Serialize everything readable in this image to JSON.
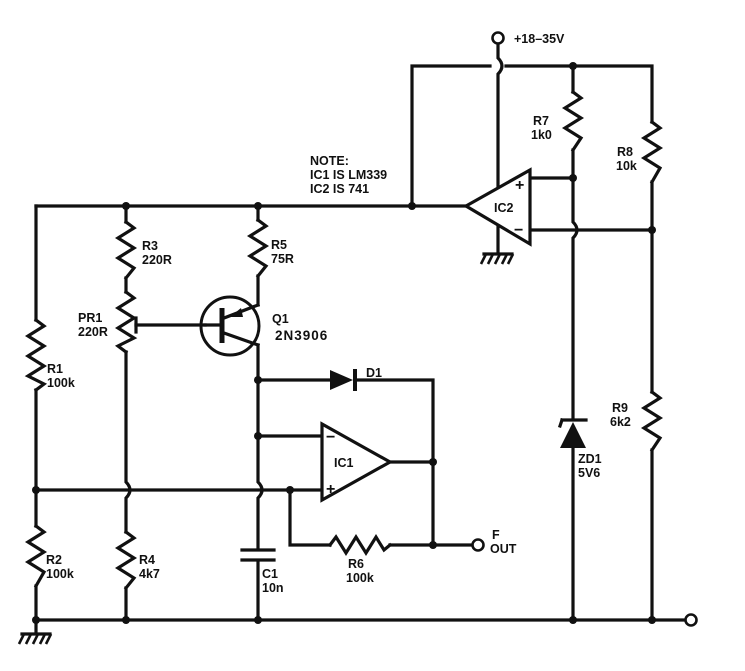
{
  "note": {
    "title": "NOTE:",
    "lines": [
      "IC1 IS LM339",
      "IC2 IS 741"
    ]
  },
  "supply": {
    "label": "+18–35V"
  },
  "output": {
    "label_line1": "F",
    "label_line2": "OUT"
  },
  "components": {
    "R1": {
      "ref": "R1",
      "value": "100k"
    },
    "R2": {
      "ref": "R2",
      "value": "100k"
    },
    "R3": {
      "ref": "R3",
      "value": "220R"
    },
    "PR1": {
      "ref": "PR1",
      "value": "220R"
    },
    "R4": {
      "ref": "R4",
      "value": "4k7"
    },
    "R5": {
      "ref": "R5",
      "value": "75R"
    },
    "R6": {
      "ref": "R6",
      "value": "100k"
    },
    "R7": {
      "ref": "R7",
      "value": "1k0"
    },
    "R8": {
      "ref": "R8",
      "value": "10k"
    },
    "R9": {
      "ref": "R9",
      "value": "6k2"
    },
    "C1": {
      "ref": "C1",
      "value": "10n"
    },
    "Q1": {
      "ref": "Q1",
      "value": "2N3906"
    },
    "D1": {
      "ref": "D1"
    },
    "ZD1": {
      "ref": "ZD1",
      "value": "5V6"
    },
    "IC1": {
      "ref": "IC1",
      "plus": "+",
      "minus": "−"
    },
    "IC2": {
      "ref": "IC2",
      "plus": "+",
      "minus": "−"
    }
  }
}
